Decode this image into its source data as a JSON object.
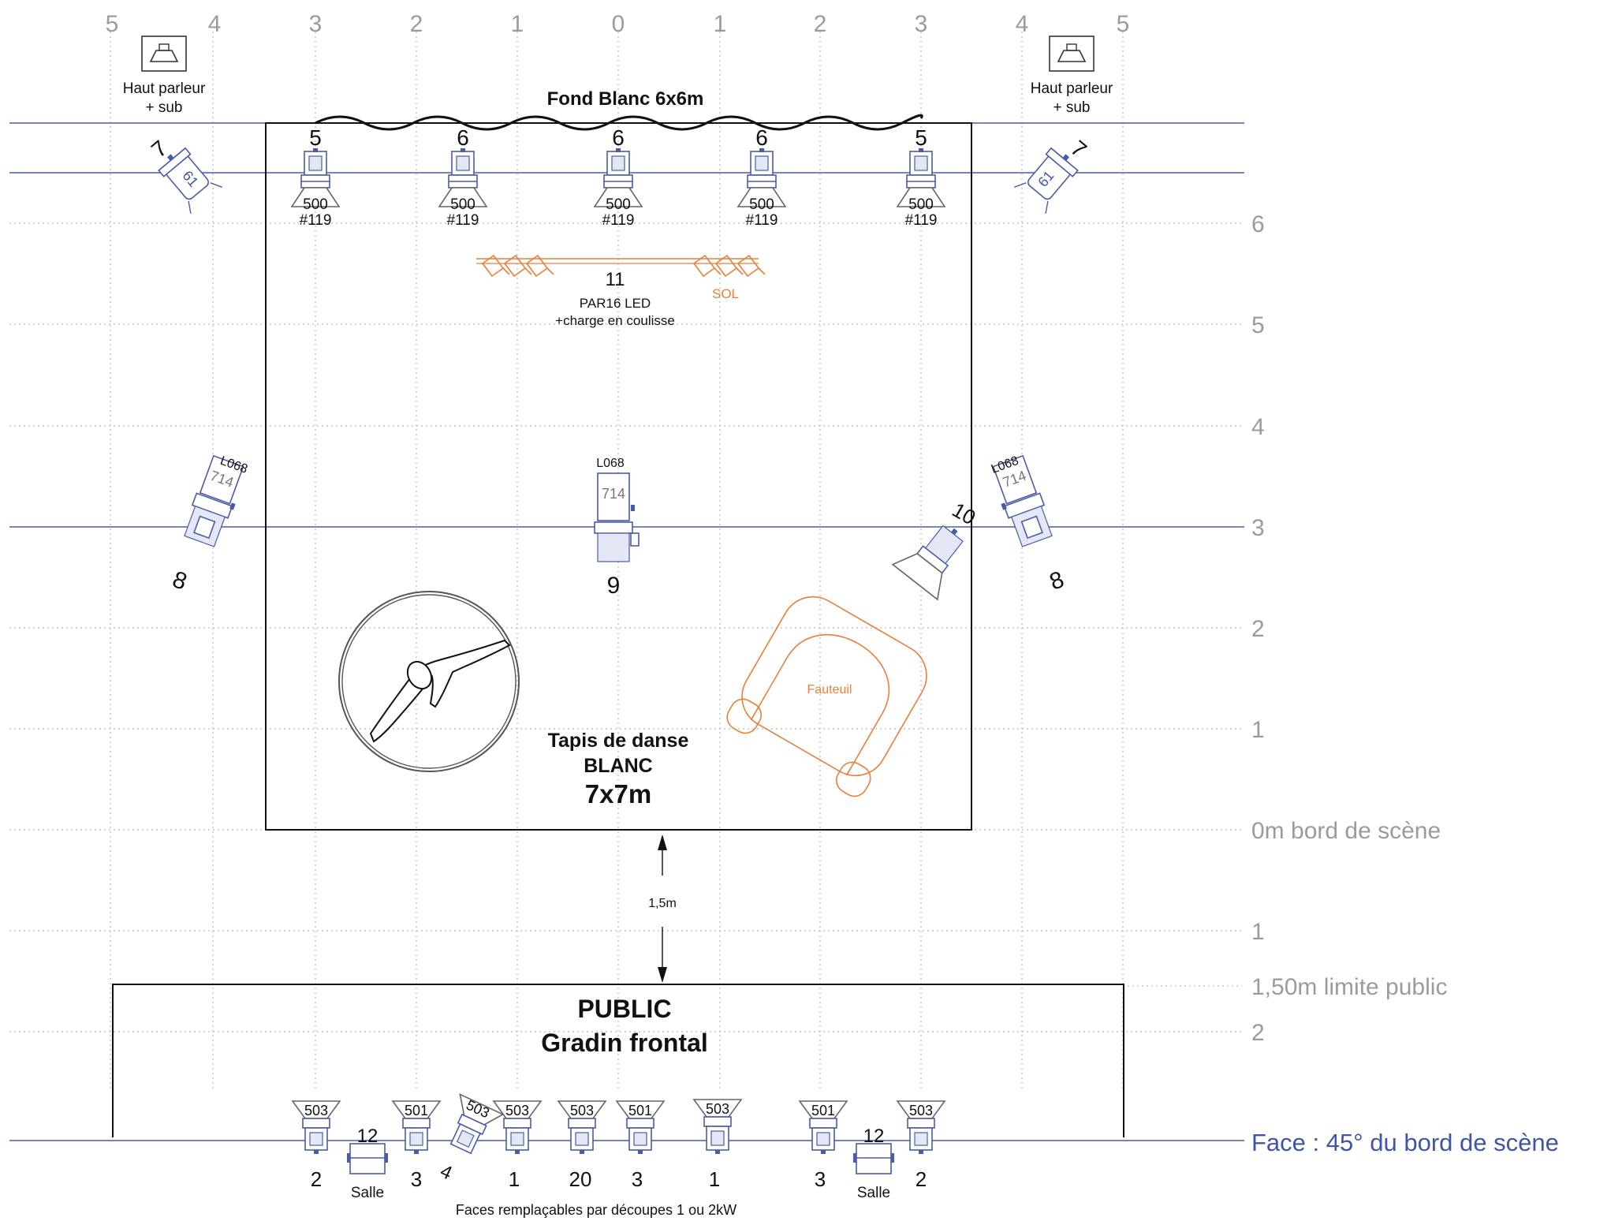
{
  "column_labels": [
    "5",
    "4",
    "3",
    "2",
    "1",
    "0",
    "1",
    "2",
    "3",
    "4",
    "5"
  ],
  "row_labels": {
    "r6": "6",
    "r5": "5",
    "r4": "4",
    "r3": "3",
    "r2": "2",
    "r1": "1",
    "stage_edge": "0m bord de scène",
    "front1": "1",
    "public_limit": "1,50m limite public",
    "front2": "2",
    "face": "Face : 45° du bord de scène"
  },
  "speakers": {
    "left_line1": "Haut parleur",
    "left_line2": "+ sub",
    "right_line1": "Haut parleur",
    "right_line2": "+ sub",
    "icon": "speaker-icon"
  },
  "backdrop": {
    "title": "Fond Blanc 6x6m"
  },
  "back_lights": [
    {
      "number": "5",
      "power": "500",
      "gel": "#119"
    },
    {
      "number": "6",
      "power": "500",
      "gel": "#119"
    },
    {
      "number": "6",
      "power": "500",
      "gel": "#119"
    },
    {
      "number": "6",
      "power": "500",
      "gel": "#119"
    },
    {
      "number": "5",
      "power": "500",
      "gel": "#119"
    }
  ],
  "side_back_lights": [
    {
      "number": "7",
      "gel": "61"
    },
    {
      "number": "7",
      "gel": "61"
    }
  ],
  "par_bar": {
    "number": "11",
    "line1": "PAR16 LED",
    "line2": "+charge en coulisse",
    "sol": "SOL"
  },
  "mid_lights": [
    {
      "number": "8",
      "filter": "L068",
      "gel": "714"
    },
    {
      "number": "9",
      "filter": "L068",
      "gel": "714"
    },
    {
      "number": "8",
      "filter": "L068",
      "gel": "714"
    }
  ],
  "floor_light": {
    "number": "10"
  },
  "armchair": {
    "label": "Fauteuil"
  },
  "dance_floor": {
    "line1": "Tapis de danse",
    "line2": "BLANC",
    "size": "7x7m"
  },
  "distance": {
    "label": "1,5m"
  },
  "public": {
    "line1": "PUBLIC",
    "line2": "Gradin frontal"
  },
  "front_lights": [
    {
      "type": "503",
      "number": "2"
    },
    {
      "type": "501",
      "number": "3"
    },
    {
      "type": "503",
      "number": "4"
    },
    {
      "type": "503",
      "number": "1"
    },
    {
      "type": "503",
      "number": "20"
    },
    {
      "type": "501",
      "number": "3"
    },
    {
      "type": "503",
      "number": "1"
    },
    {
      "type": "501",
      "number": "3"
    },
    {
      "type": "503",
      "number": "2"
    }
  ],
  "house_lights": [
    {
      "number": "12",
      "label": "Salle"
    },
    {
      "number": "12",
      "label": "Salle"
    }
  ],
  "footnote": "Faces remplaçables par découpes 1 ou 2kW",
  "colors": {
    "pipe": "#4a5ca8",
    "grid": "#9b9b9b",
    "accent": "#e8803a",
    "ink": "#111111"
  }
}
